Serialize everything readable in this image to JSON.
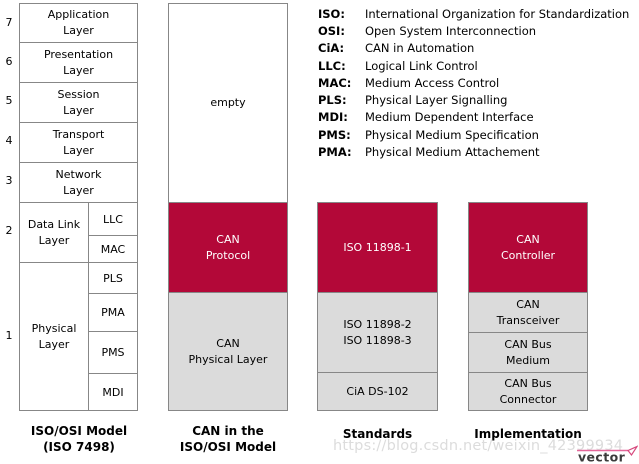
{
  "diagram": {
    "osi": {
      "numbers": [
        "7",
        "6",
        "5",
        "4",
        "3",
        "2",
        "1"
      ],
      "layers": [
        {
          "label": "Application\nLayer"
        },
        {
          "label": "Presentation\nLayer"
        },
        {
          "label": "Session\nLayer"
        },
        {
          "label": "Transport\nLayer"
        },
        {
          "label": "Network\nLayer"
        }
      ],
      "datalink": {
        "label": "Data Link\nLayer",
        "subs": [
          "LLC",
          "MAC"
        ]
      },
      "physical": {
        "label": "Physical\nLayer",
        "subs": [
          "PLS",
          "PMA",
          "PMS",
          "MDI"
        ]
      },
      "caption": "ISO/OSI Model\n(ISO 7498)"
    },
    "can_model": {
      "caption": "CAN in the\nISO/OSI Model",
      "empty": "empty",
      "protocol": "CAN\nProtocol",
      "physical": "CAN\nPhysical Layer"
    },
    "standards": {
      "caption": "Standards",
      "seg1": "ISO 11898-1",
      "seg2": "ISO 11898-2\nISO 11898-3",
      "seg3": "CiA DS-102"
    },
    "implementation": {
      "caption": "Implementation",
      "seg1": "CAN\nController",
      "seg2": "CAN\nTransceiver",
      "seg3": "CAN Bus\nMedium",
      "seg4": "CAN Bus\nConnector"
    },
    "legend": [
      {
        "abbr": "ISO:",
        "text": "International Organization for Standardization"
      },
      {
        "abbr": "OSI:",
        "text": "Open System Interconnection"
      },
      {
        "abbr": "CiA:",
        "text": "CAN in Automation"
      },
      {
        "abbr": "LLC:",
        "text": "Logical Link Control"
      },
      {
        "abbr": "MAC:",
        "text": "Medium Access Control"
      },
      {
        "abbr": "PLS:",
        "text": "Physical Layer Signalling"
      },
      {
        "abbr": "MDI:",
        "text": "Medium Dependent Interface"
      },
      {
        "abbr": "PMS:",
        "text": "Physical Medium Specification"
      },
      {
        "abbr": "PMA:",
        "text": "Physical Medium Attachement"
      }
    ],
    "watermark": "https://blog.csdn.net/weixin_42399934",
    "logo_text": "vector",
    "colors": {
      "block_red": "#B30838",
      "block_gray": "#DBDBDB",
      "border_gray": "#878787",
      "logo_pink": "#E4679A",
      "watermark_gray": "#DCDCDC"
    }
  }
}
